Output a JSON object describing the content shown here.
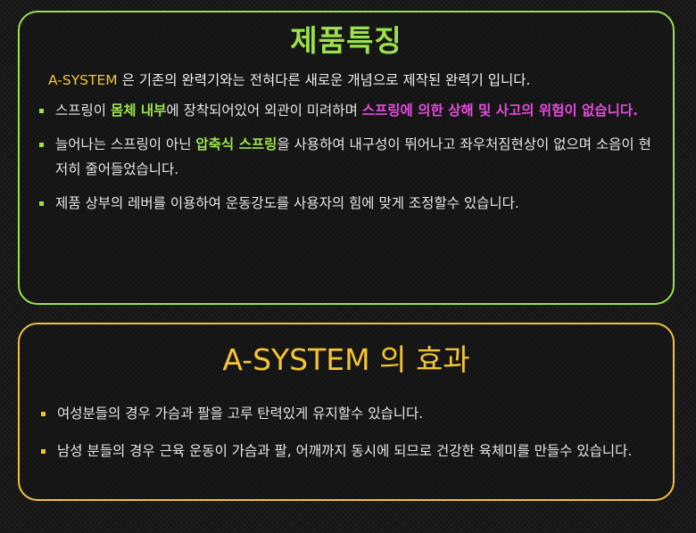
{
  "features": {
    "title": "제품특징",
    "intro_brand": "A-SYSTEM",
    "intro_text": " 은 기존의 완력기와는 전혀다른 새로운 개념으로 제작된 완력기 입니다.",
    "bullets": [
      {
        "t1": "스프링이 ",
        "hl1": "몸체 내부",
        "t2": "에 장착되어있어 외관이 미려하며 ",
        "hl2": "스프링에 의한 상해 및 사고의 위험이 없습니다."
      },
      {
        "t1": "늘어나는 스프링이 아닌 ",
        "hl1": "압축식 스프링",
        "t2": "을 사용하여 내구성이 뛰어나고 좌우처짐현상이 없으며 소음이 현저히 줄어들었습니다."
      },
      {
        "t1": "제품 상부의 레버를 이용하여 운동강도를 사용자의 힘에 맞게 조정할수 있습니다."
      }
    ],
    "accent_color": "#9be24a",
    "highlight_color": "#e84adf"
  },
  "effects": {
    "title": "A-SYSTEM 의 효과",
    "bullets": [
      "여성분들의 경우 가슴과 팔을 고루 탄력있게 유지할수 있습니다.",
      "남성 분들의 경우 근육 운동이 가슴과 팔, 어깨까지 동시에 되므로  건강한 육체미를 만들수 있습니다."
    ],
    "accent_color": "#f0c23a"
  }
}
